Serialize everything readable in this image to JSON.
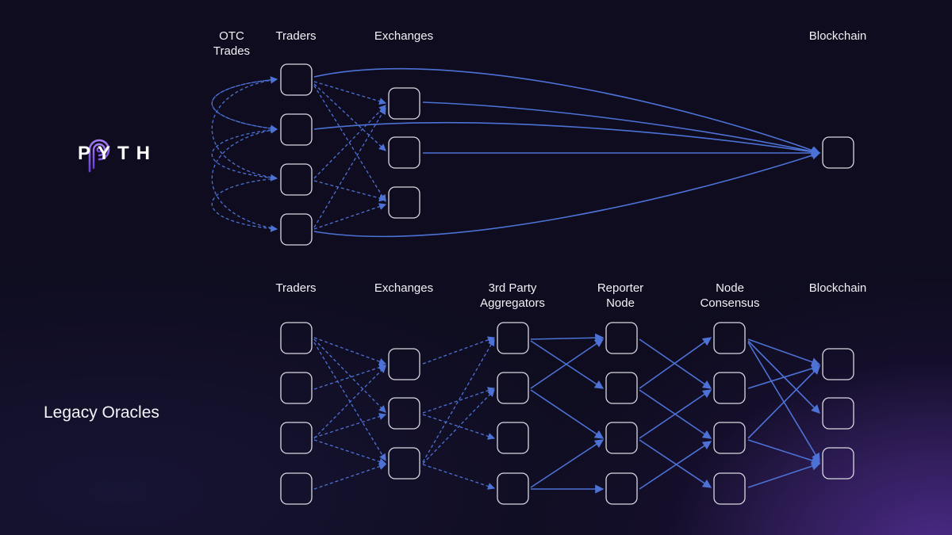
{
  "pyth": {
    "brand": "PYTH",
    "columns": {
      "otc": "OTC\nTrades",
      "traders": "Traders",
      "exchanges": "Exchanges",
      "blockchain": "Blockchain"
    }
  },
  "legacy": {
    "title": "Legacy Oracles",
    "columns": {
      "traders": "Traders",
      "exchanges": "Exchanges",
      "aggregators": "3rd Party\nAggregators",
      "reporter": "Reporter\nNode",
      "consensus": "Node\nConsensus",
      "blockchain": "Blockchain"
    }
  },
  "colors": {
    "background": "#0e0c1e",
    "accent": "#4d72d6",
    "node_stroke": "#d9d9e2",
    "glow": "#4a2a86",
    "logo": "#8b5cf6"
  },
  "icons": [
    "pyth-logo-icon"
  ]
}
